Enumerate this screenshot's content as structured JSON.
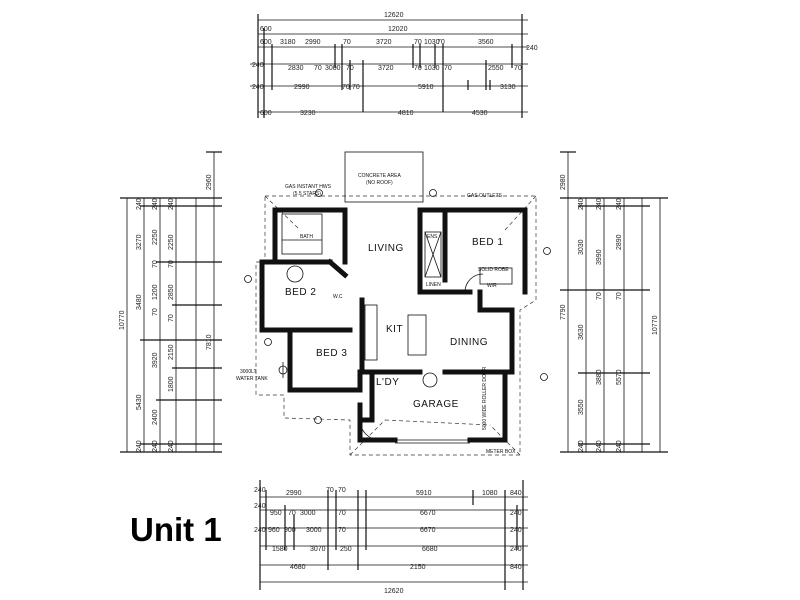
{
  "title": "Unit 1",
  "rooms": {
    "living": "LIVING",
    "bed1": "BED 1",
    "bed2": "BED 2",
    "bed3": "BED 3",
    "kitchen": "KIT",
    "dining": "DINING",
    "laundry": "L'DY",
    "garage": "GARAGE",
    "wir": "W/R",
    "ens": "ENS",
    "bath": "BATH",
    "linen": "LINEN",
    "wc": "W.C"
  },
  "notes": {
    "concrete_area": "CONCRETE AREA",
    "no_roof": "(NO ROOF)",
    "gas_hws": "GAS INSTANT HWS",
    "gas_hws_stars": "(5.5 STARS)",
    "gas_outlets": "GAS OUTLETS",
    "water_tank": "3000LT",
    "water_tank2": "WATER TANK",
    "meter_box": "METER BOX",
    "roller_door": "5000 WIDE ROLLER DOOR",
    "robe": "SOLID ROBE"
  },
  "dims_top": {
    "row1": [
      "12620"
    ],
    "row2": [
      "600",
      "12020"
    ],
    "row3": [
      "600",
      "3180",
      "2990",
      "70",
      "3720",
      "70",
      "1030",
      "70",
      "3560",
      "240"
    ],
    "row4": [
      "240",
      "2830",
      "70",
      "3000",
      "70",
      "3720",
      "70",
      "1030",
      "70",
      "2550",
      "70"
    ],
    "row5": [
      "240",
      "2990",
      "70",
      "70",
      "5910",
      "3130"
    ],
    "row6": [
      "600",
      "3230",
      "4810",
      "4530"
    ]
  },
  "dims_bottom": {
    "row1": [
      "240",
      "2990",
      "70",
      "70",
      "5910",
      "1080",
      "840"
    ],
    "row2": [
      "240",
      "950",
      "70",
      "3000",
      "70",
      "6670",
      "240"
    ],
    "row3": [
      "240",
      "960",
      "900",
      "3000",
      "70",
      "6670",
      "240"
    ],
    "row4": [
      "1580",
      "3070",
      "250",
      "6680",
      "240"
    ],
    "row5": [
      "4680",
      "2150",
      "840"
    ],
    "row6": [
      "12620"
    ]
  },
  "dims_left": {
    "col1": [
      "10770"
    ],
    "col2": [
      "2960",
      "7810"
    ],
    "col3": [
      "240",
      "3270",
      "3480",
      "5430",
      "240"
    ],
    "col4": [
      "240",
      "2250",
      "70",
      "1200",
      "70",
      "3920",
      "2400",
      "240"
    ],
    "col5": [
      "240",
      "2250",
      "70",
      "2850",
      "70",
      "2150",
      "1800",
      "240"
    ]
  },
  "dims_right": {
    "col1": [
      "10770"
    ],
    "col2": [
      "2980",
      "7790"
    ],
    "col3": [
      "240",
      "3030",
      "3630",
      "3550",
      "240"
    ],
    "col4": [
      "240",
      "3990",
      "70",
      "3880",
      "240"
    ],
    "col5": [
      "240",
      "2890",
      "70",
      "5570",
      "240"
    ]
  },
  "colors": {
    "ink": "#111111",
    "paper": "#ffffff"
  },
  "icons": [
    "north-arrow-icon"
  ]
}
